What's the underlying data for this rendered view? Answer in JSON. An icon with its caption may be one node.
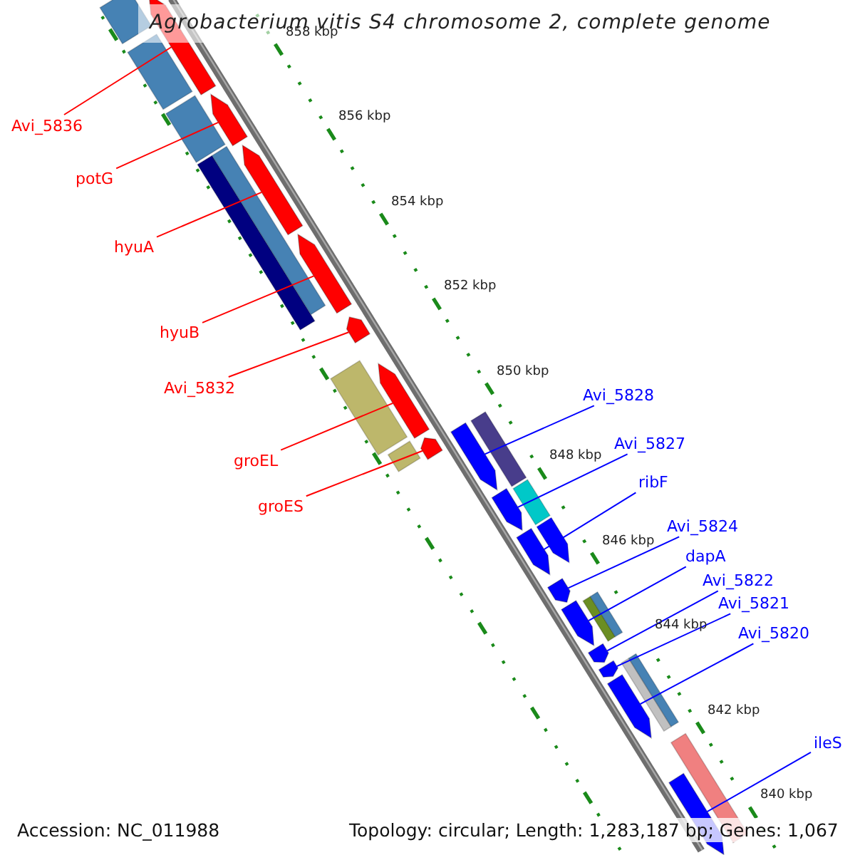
{
  "diagram": {
    "title": "Agrobacterium vitis S4 chromosome 2, complete genome",
    "nodes": [
      {
        "text": [
          "Avi_5836"
        ]
      },
      {
        "text": [
          "potG"
        ]
      },
      {
        "text": [
          "hyuA"
        ]
      },
      {
        "text": [
          "hyuB"
        ]
      },
      {
        "text": [
          "Avi_5832"
        ]
      },
      {
        "text": [
          "groEL"
        ]
      },
      {
        "text": [
          "groES"
        ]
      },
      {
        "text": [
          "Avi_5828"
        ]
      },
      {
        "text": [
          "Avi_5827"
        ]
      },
      {
        "text": [
          "ribF"
        ]
      },
      {
        "text": [
          "Avi_5824"
        ]
      },
      {
        "text": [
          "dapA"
        ]
      },
      {
        "text": [
          "Avi_5822"
        ]
      },
      {
        "text": [
          "Avi_5821"
        ]
      },
      {
        "text": [
          "Avi_5820"
        ]
      },
      {
        "text": [
          "ileS"
        ]
      },
      {
        "text": [],
        "shape": "bar"
      },
      {
        "text": [],
        "shape": "bar"
      },
      {
        "text": [],
        "shape": "bar"
      },
      {
        "text": [],
        "shape": "bar"
      },
      {
        "text": [],
        "shape": "bar"
      },
      {
        "text": [],
        "shape": "bar"
      },
      {
        "text": [],
        "shape": "bar"
      },
      {
        "text": [],
        "shape": "bar"
      },
      {
        "text": [],
        "shape": "bar"
      },
      {
        "text": [],
        "shape": "bar"
      },
      {
        "text": [],
        "shape": "bar"
      },
      {
        "text": [],
        "shape": "bar"
      },
      {
        "text": [],
        "shape": "bar"
      },
      {
        "text": [],
        "shape": "bar"
      },
      {
        "text": [],
        "shape": "bar"
      },
      {
        "text": [],
        "shape": "bar"
      }
    ],
    "edges": [
      {
        "from": 0,
        "to": 16,
        "arrow": "none",
        "color": "#ff0000"
      },
      {
        "from": 1,
        "to": 17,
        "arrow": "none",
        "color": "#ff0000"
      },
      {
        "from": 2,
        "to": 18,
        "arrow": "none",
        "color": "#ff0000"
      },
      {
        "from": 3,
        "to": 19,
        "arrow": "none",
        "color": "#ff0000"
      },
      {
        "from": 4,
        "to": 20,
        "arrow": "none",
        "color": "#ff0000"
      },
      {
        "from": 5,
        "to": 21,
        "arrow": "none",
        "color": "#ff0000"
      },
      {
        "from": 6,
        "to": 22,
        "arrow": "none",
        "color": "#ff0000"
      },
      {
        "from": 7,
        "to": 23,
        "arrow": "none"
      },
      {
        "from": 8,
        "to": 24,
        "arrow": "none"
      },
      {
        "from": 9,
        "to": 25,
        "arrow": "none"
      },
      {
        "from": 10,
        "to": 26,
        "arrow": "none"
      },
      {
        "from": 11,
        "to": 27,
        "arrow": "none"
      },
      {
        "from": 12,
        "to": 28,
        "arrow": "none"
      },
      {
        "from": 13,
        "to": 29,
        "arrow": "none"
      },
      {
        "from": 14,
        "to": 30,
        "arrow": "none"
      },
      {
        "from": 15,
        "to": 31,
        "arrow": "none"
      }
    ],
    "labels": [
      "858 kbp",
      "856 kbp",
      "854 kbp",
      "852 kbp",
      "850 kbp",
      "848 kbp",
      "846 kbp",
      "844 kbp",
      "842 kbp",
      "840 kbp",
      "Accession: NC_011988",
      "Topology: circular; Length: 1,283,187 bp; Genes: 1,067"
    ]
  }
}
